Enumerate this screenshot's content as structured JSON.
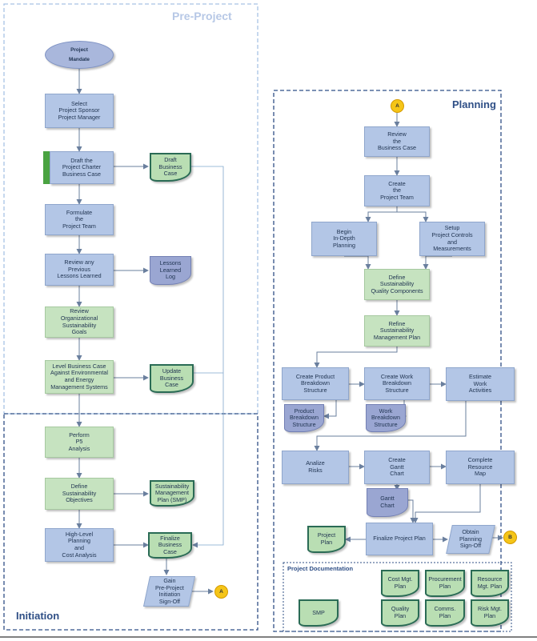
{
  "regions": {
    "pre_project": "Pre-Project",
    "initiation": "Initiation",
    "planning": "Planning",
    "project_documentation": "Project Documentation"
  },
  "nodes": {
    "project_mandate": "Project\nMandate",
    "select_sponsor": "Select\nProject Sponsor\nProject Manager",
    "draft_charter": "Draft the\nProject Charter\nBusiness Case",
    "draft_business_case": "Draft\nBusiness\nCase",
    "formulate_team": "Formulate\nthe\nProject Team",
    "review_lessons": "Review any\nPrevious\nLessons Learned",
    "lessons_log": "Lessons\nLearned\nLog",
    "review_goals": "Review\nOrganizational\nSustainability\nGoals",
    "level_business_case": "Level Business Case\nAgainst Environmental\nand Energy\nManagement Systems",
    "update_business_case": "Update\nBusiness\nCase",
    "perform_p5": "Perform\nP5\nAnalysis",
    "define_objectives": "Define\nSustainability\nObjectives",
    "smp_doc": "Sustainability\nManagement\nPlan (SMP)",
    "high_level_planning": "High-Level\nPlanning\nand\nCost Analysis",
    "finalize_business_case": "Finalize\nBusiness\nCase",
    "gain_signoff": "Gain\nPre-Project\nInitiation\nSign-Off",
    "connector_a_out": "A",
    "connector_a_in": "A",
    "review_business_case": "Review\nthe\nBusiness Case",
    "create_team": "Create\nthe\nProject Team",
    "begin_planning": "Begin\nIn-Depth\nPlanning",
    "setup_controls": "Setup\nProject Controls\nand\nMeasurements",
    "define_quality": "Define\nSustainability\nQuality Components",
    "refine_smp": "Refine\nSustainability\nManagement Plan",
    "create_pbs": "Create Product\nBreakdown\nStructure",
    "create_wbs": "Create Work\nBreakdown\nStructure",
    "estimate_activities": "Estimate\nWork\nActivities",
    "pbs_doc": "Product\nBreakdown\nStructure",
    "wbs_doc": "Work\nBreakdown\nStructure",
    "analize_risks": "Analize\nRisks",
    "create_gantt": "Create\nGantt\nChart",
    "complete_resource_map": "Complete\nResource\nMap",
    "gantt_doc": "Gantt\nChart",
    "project_plan_doc": "Project\nPlan",
    "finalize_project_plan": "Finalize Project Plan",
    "obtain_signoff": "Obtain\nPlanning\nSign-Off",
    "connector_b": "B",
    "cost_plan": "Cost Mgt.\nPlan",
    "procurement_plan": "Procurement\nPlan",
    "resource_plan": "Resource\nMgt. Plan",
    "smp_small": "SMP",
    "quality_plan": "Quality\nPlan",
    "comms_plan": "Comms.\nPlan",
    "risk_plan": "Risk Mgt.\nPlan"
  },
  "colors": {
    "process_blue": "#b3c6e6",
    "process_green": "#c6e3c0",
    "document_border": "#2a6b55",
    "connector_yellow": "#f5c518",
    "region_border": "#2f4f86",
    "pre_project_border": "#a8c2e4",
    "arrow": "#6a7f9e"
  }
}
